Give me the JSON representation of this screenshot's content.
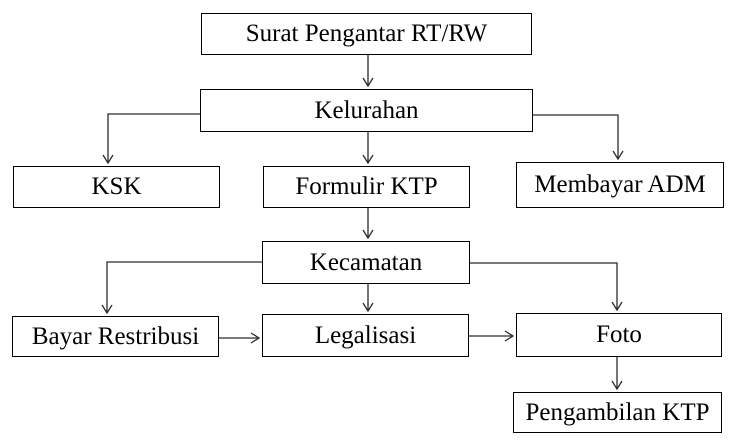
{
  "diagram": {
    "type": "flowchart",
    "background_color": "#ffffff",
    "box_border_color": "#000000",
    "arrow_color": "#2b2b2b",
    "text_color": "#000000",
    "nodes": [
      {
        "id": "surat-pengantar",
        "label": "Surat Pengantar RT/RW"
      },
      {
        "id": "kelurahan",
        "label": "Kelurahan"
      },
      {
        "id": "ksk",
        "label": "KSK"
      },
      {
        "id": "formulir-ktp",
        "label": "Formulir KTP"
      },
      {
        "id": "membayar-adm",
        "label": "Membayar ADM"
      },
      {
        "id": "kecamatan",
        "label": "Kecamatan"
      },
      {
        "id": "bayar-restribusi",
        "label": "Bayar Restribusi"
      },
      {
        "id": "legalisasi",
        "label": "Legalisasi"
      },
      {
        "id": "foto",
        "label": "Foto"
      },
      {
        "id": "pengambilan-ktp",
        "label": "Pengambilan KTP"
      }
    ],
    "edges": [
      {
        "from": "surat-pengantar",
        "to": "kelurahan"
      },
      {
        "from": "kelurahan",
        "to": "ksk"
      },
      {
        "from": "kelurahan",
        "to": "formulir-ktp"
      },
      {
        "from": "kelurahan",
        "to": "membayar-adm"
      },
      {
        "from": "formulir-ktp",
        "to": "kecamatan"
      },
      {
        "from": "kecamatan",
        "to": "bayar-restribusi"
      },
      {
        "from": "kecamatan",
        "to": "legalisasi"
      },
      {
        "from": "kecamatan",
        "to": "foto"
      },
      {
        "from": "bayar-restribusi",
        "to": "legalisasi"
      },
      {
        "from": "legalisasi",
        "to": "foto"
      },
      {
        "from": "foto",
        "to": "pengambilan-ktp"
      }
    ]
  }
}
